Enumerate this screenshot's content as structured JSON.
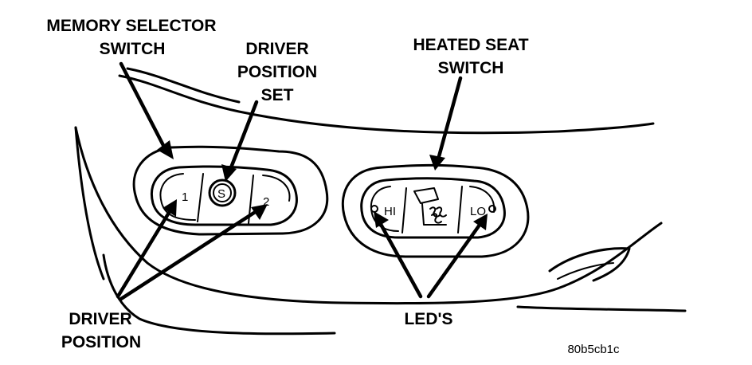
{
  "labels": {
    "memory_selector_switch": [
      "MEMORY SELECTOR",
      "SWITCH"
    ],
    "driver_position_set": [
      "DRIVER",
      "POSITION",
      "SET"
    ],
    "heated_seat_switch": [
      "HEATED SEAT",
      "SWITCH"
    ],
    "driver_position": [
      "DRIVER",
      "POSITION"
    ],
    "leds": "LED'S"
  },
  "switch_glyphs": {
    "memory_button_1": "1",
    "set_button": "S",
    "memory_button_2": "2",
    "heated_high": "HI",
    "heated_low": "LO"
  },
  "reference_code": "80b5cb1c",
  "colors": {
    "ink": "#000000",
    "paper": "#ffffff"
  }
}
